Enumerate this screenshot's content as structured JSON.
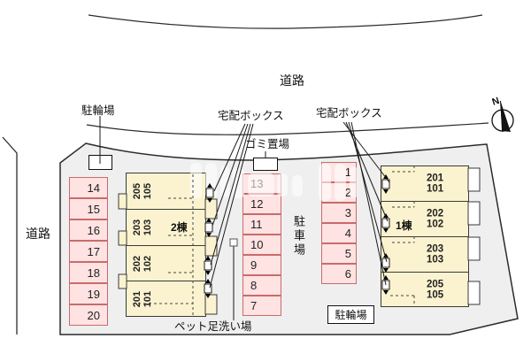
{
  "plan": {
    "roads": {
      "top_label": "道路",
      "left_label": "道路"
    },
    "compass": {
      "label": "N"
    },
    "labels": {
      "bicycle_top": "駐輪場",
      "delivery_left": "宅配ボックス",
      "delivery_right": "宅配ボックス",
      "garbage": "ゴミ置場",
      "parking_area": "駐車場",
      "pet_wash": "ペット足洗い場",
      "bicycle_bottom": "駐輪場"
    },
    "buildings": [
      {
        "name": "2棟",
        "units": [
          {
            "upper": "205",
            "lower": "105"
          },
          {
            "upper": "203",
            "lower": "103"
          },
          {
            "upper": "202",
            "lower": "102"
          },
          {
            "upper": "201",
            "lower": "101"
          }
        ]
      },
      {
        "name": "1棟",
        "units": [
          {
            "upper": "201",
            "lower": "101"
          },
          {
            "upper": "202",
            "lower": "102"
          },
          {
            "upper": "203",
            "lower": "103"
          },
          {
            "upper": "205",
            "lower": "105"
          }
        ]
      }
    ],
    "parking_spaces": {
      "left_column": [
        "14",
        "15",
        "16",
        "17",
        "18",
        "19",
        "20"
      ],
      "middle_column": [
        "13",
        "12",
        "11",
        "10",
        "9",
        "8",
        "7"
      ],
      "right_column": [
        "1",
        "2",
        "3",
        "4",
        "5",
        "6"
      ]
    },
    "colors": {
      "site_fill": "#efefef",
      "building_fill": "#fbf3cf",
      "space_fill": "#ffe2e2",
      "space_border": "#c96b6b",
      "line": "#222222"
    }
  }
}
